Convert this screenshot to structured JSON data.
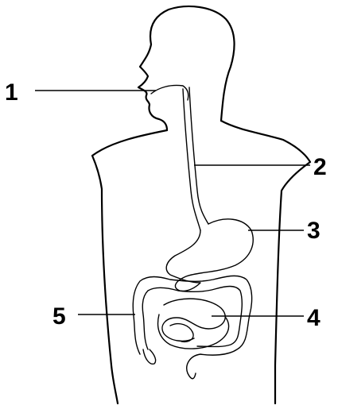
{
  "labels": [
    "1",
    "2",
    "3",
    "4",
    "5"
  ],
  "colors": {
    "ink": "#000000",
    "paper": "#ffffff"
  }
}
